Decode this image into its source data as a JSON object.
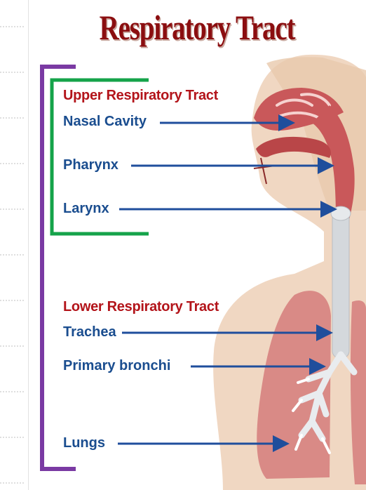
{
  "title": "Respiratory Tract",
  "upper_section": {
    "heading": "Upper Respiratory Tract"
  },
  "lower_section": {
    "heading": "Lower Respiratory Tract"
  },
  "labels": {
    "nasal_cavity": "Nasal Cavity",
    "pharynx": "Pharynx",
    "larynx": "Larynx",
    "trachea": "Trachea",
    "primary_bronchi": "Primary bronchi",
    "lungs": "Lungs"
  },
  "colors": {
    "title": "#8b0e10",
    "section_heading": "#b3141a",
    "label": "#1a4d8f",
    "arrow": "#1f4e9c",
    "upper_bracket": "#15a34a",
    "outer_bracket": "#7a3aa3",
    "skin": "#f0d7c2",
    "tissue": "#c9585a",
    "lung": "#d98a86",
    "airway": "#d4d8dc"
  }
}
